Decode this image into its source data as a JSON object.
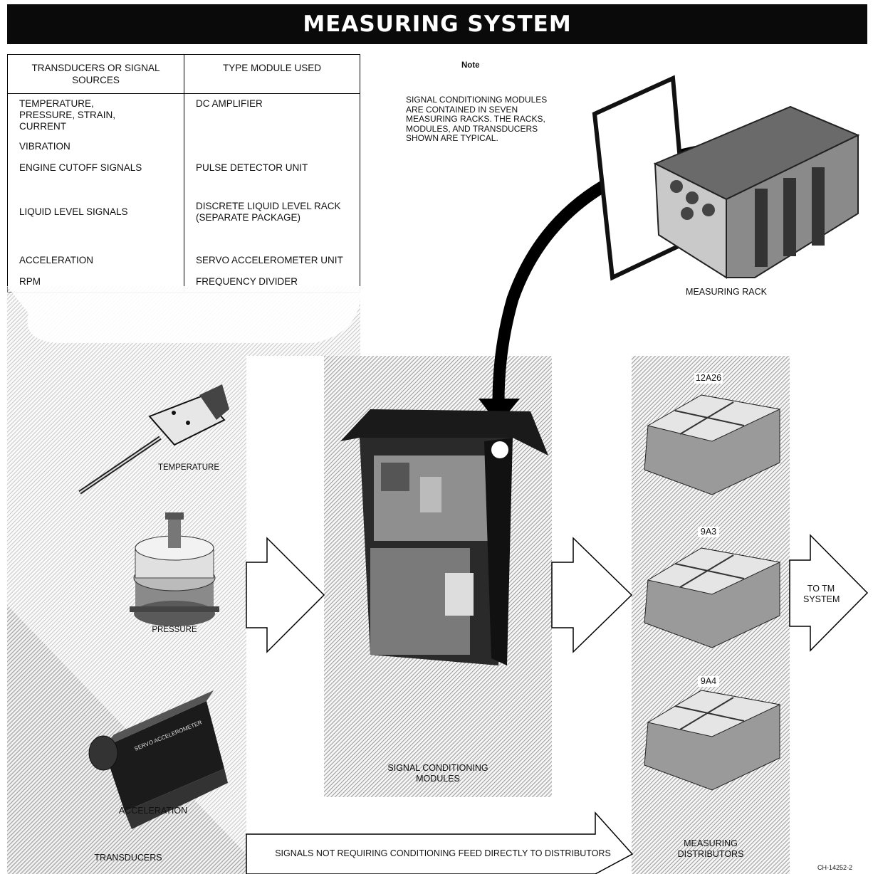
{
  "title": "MEASURING SYSTEM",
  "table": {
    "header_left": "TRANSDUCERS OR SIGNAL SOURCES",
    "header_right": "TYPE MODULE USED",
    "rows": [
      {
        "source": "TEMPERATURE, PRESSURE, STRAIN, CURRENT",
        "module": "DC AMPLIFIER"
      },
      {
        "source": "VIBRATION",
        "module": ""
      },
      {
        "source": "ENGINE CUTOFF SIGNALS",
        "module": "PULSE DETECTOR UNIT"
      },
      {
        "source": "LIQUID LEVEL SIGNALS",
        "module": "DISCRETE LIQUID LEVEL RACK (SEPARATE PACKAGE)"
      },
      {
        "source": "ACCELERATION",
        "module": "SERVO ACCELEROMETER UNIT"
      },
      {
        "source": "RPM",
        "module": "FREQUENCY DIVIDER"
      }
    ]
  },
  "note": {
    "heading": "Note",
    "text": "SIGNAL CONDITIONING MODULES ARE CONTAINED IN SEVEN MEASURING RACKS. THE RACKS, MODULES, AND TRANSDUCERS SHOWN ARE TYPICAL."
  },
  "labels": {
    "measuring_rack": "MEASURING RACK",
    "temperature": "TEMPERATURE",
    "pressure": "PRESSURE",
    "acceleration": "ACCELERATION",
    "transducers": "TRANSDUCERS",
    "signal_conditioning": "SIGNAL CONDITIONING MODULES",
    "dist_1": "12A26",
    "dist_2": "9A3",
    "dist_3": "9A4",
    "measuring_distributors": "MEASURING DISTRIBUTORS",
    "to_tm": "TO TM SYSTEM",
    "bypass": "SIGNALS NOT REQUIRING CONDITIONING FEED DIRECTLY TO DISTRIBUTORS",
    "figure_id": "CH-14252-2"
  }
}
